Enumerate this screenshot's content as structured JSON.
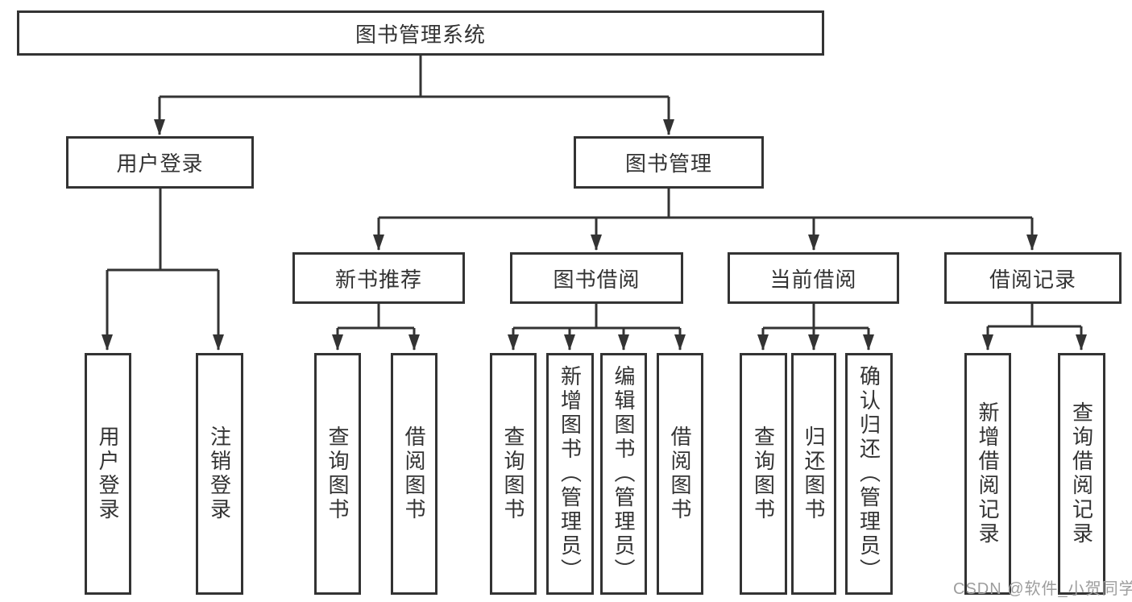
{
  "diagram": {
    "root": {
      "label": "图书管理系统",
      "children": [
        {
          "label": "用户登录",
          "children": [
            {
              "label": "用户登录"
            },
            {
              "label": "注销登录"
            }
          ]
        },
        {
          "label": "图书管理",
          "children": [
            {
              "label": "新书推荐",
              "children": [
                {
                  "label": "查询图书"
                },
                {
                  "label": "借阅图书"
                }
              ]
            },
            {
              "label": "图书借阅",
              "children": [
                {
                  "label": "查询图书"
                },
                {
                  "label": "新增图书（管理员）"
                },
                {
                  "label": "编辑图书（管理员）"
                },
                {
                  "label": "借阅图书"
                }
              ]
            },
            {
              "label": "当前借阅",
              "children": [
                {
                  "label": "查询图书"
                },
                {
                  "label": "归还图书"
                },
                {
                  "label": "确认归还（管理员）"
                }
              ]
            },
            {
              "label": "借阅记录",
              "children": [
                {
                  "label": "新增借阅记录"
                },
                {
                  "label": "查询借阅记录"
                }
              ]
            }
          ]
        }
      ]
    },
    "colors": {
      "line": "#333333",
      "box_border": "#333333",
      "text": "#333333",
      "background": "#ffffff",
      "watermark": "#9d9d9d"
    }
  },
  "watermark": {
    "text": "CSDN @软件_小贺同学"
  }
}
